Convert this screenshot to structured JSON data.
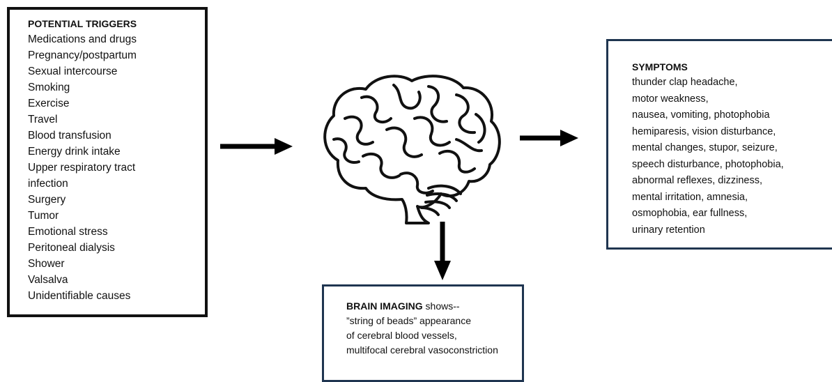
{
  "triggers": {
    "heading": "POTENTIAL TRIGGERS",
    "items": [
      "Medications and drugs",
      "Pregnancy/postpartum",
      "Sexual intercourse",
      "Smoking",
      "Exercise",
      "Travel",
      "Blood transfusion",
      "Energy drink intake",
      "Upper respiratory tract",
      "infection",
      "Surgery",
      "Tumor",
      "Emotional stress",
      "Peritoneal dialysis",
      "Shower",
      "Valsalva",
      "Unidentifiable causes"
    ]
  },
  "symptoms": {
    "heading": "SYMPTOMS",
    "lines": [
      "thunder clap headache,",
      "motor weakness,",
      "nausea, vomiting, photophobia",
      "hemiparesis, vision disturbance,",
      "mental changes, stupor, seizure,",
      "speech disturbance, photophobia,",
      "abnormal reflexes, dizziness,",
      "mental irritation, amnesia,",
      "osmophobia, ear fullness,",
      "urinary retention"
    ]
  },
  "imaging": {
    "heading": "BRAIN IMAGING",
    "heading_suffix": " shows--",
    "lines": [
      "”string of beads” appearance",
      "of cerebral blood vessels,",
      "multifocal cerebral vasoconstriction"
    ]
  },
  "icons": {
    "center": "brain-icon",
    "arrows": [
      "arrow-right-icon",
      "arrow-right-icon",
      "arrow-down-icon"
    ]
  },
  "colors": {
    "box_border": "#111111",
    "box_border_blue": "#1f3550",
    "arrow": "#000000"
  }
}
